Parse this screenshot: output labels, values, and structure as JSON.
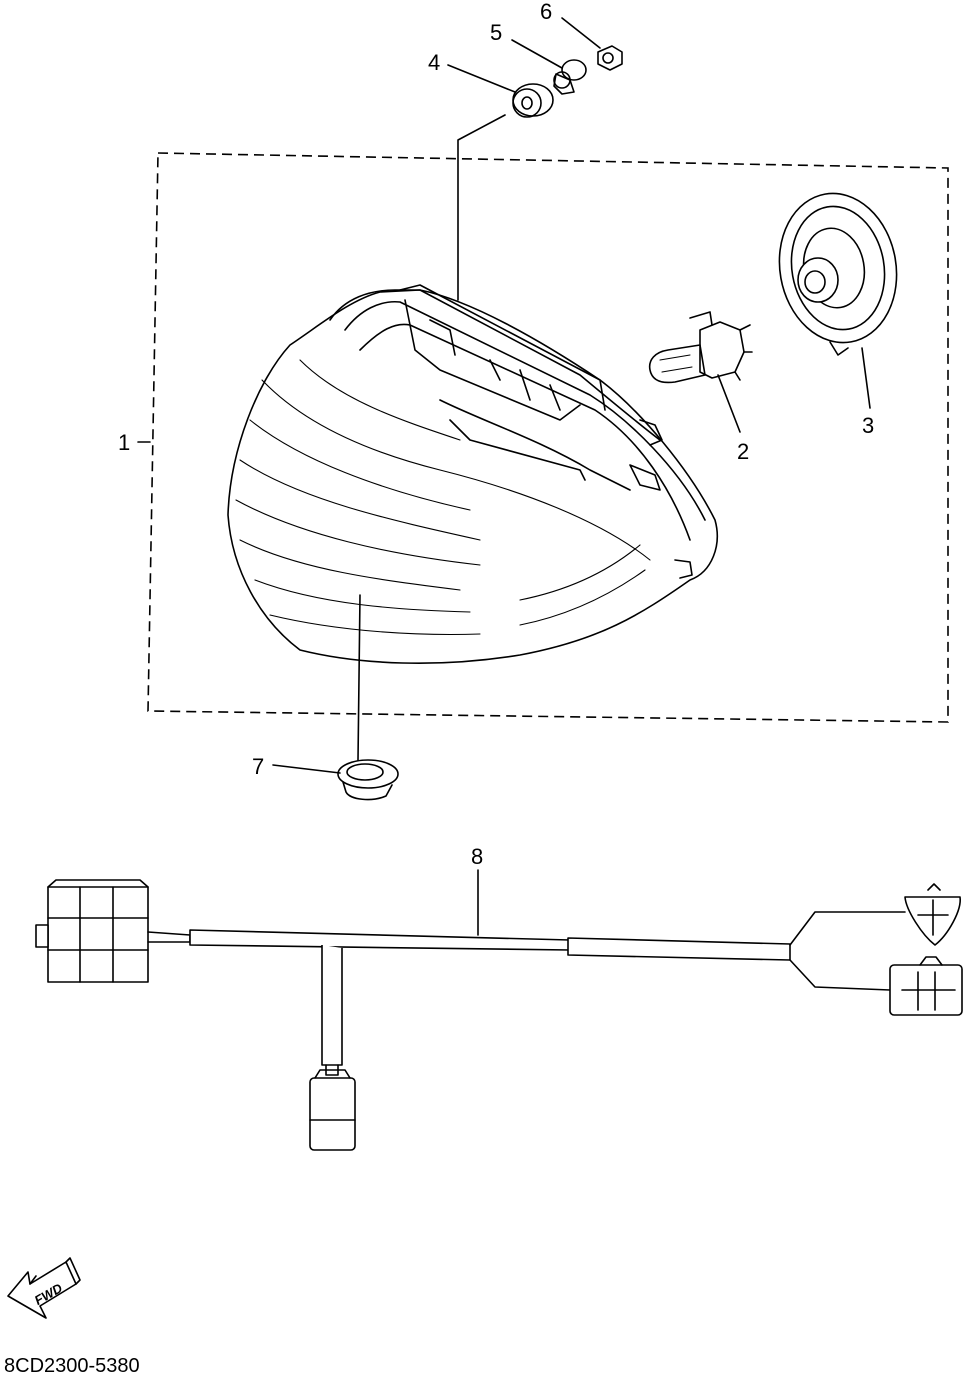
{
  "diagram": {
    "callouts": [
      "1",
      "2",
      "3",
      "4",
      "5",
      "6",
      "7",
      "8"
    ],
    "part_code": "8CD2300-5380",
    "direction_marker": "FWD"
  }
}
